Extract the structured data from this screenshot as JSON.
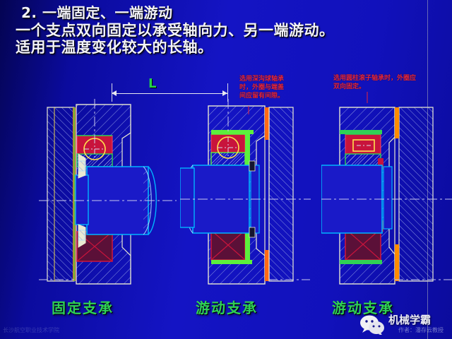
{
  "slide": {
    "background_color": "#0d0db4",
    "heading": {
      "line1": "2. 一端固定、一端游动",
      "line2": "一个支点双向固定以承受轴向力、另一端游动。",
      "line3": "适用于温度变化较大的长轴。",
      "color": "#f2f2f8"
    },
    "dimension": {
      "label": "L",
      "color": "#24d24a"
    },
    "annotations": [
      {
        "id": "middle-note",
        "text": "选用深沟球轴承时，外圈与端盖间应留有间隙。",
        "color": "#e8253c"
      },
      {
        "id": "right-note",
        "text": "选用圆柱滚子轴承时，外圈应双向固定。",
        "color": "#e8253c"
      }
    ],
    "captions": [
      {
        "id": "fixed-support",
        "text": "固定支承",
        "color": "#2fd155"
      },
      {
        "id": "floating-support-1",
        "text": "游动支承",
        "color": "#2fd155"
      },
      {
        "id": "floating-support-2",
        "text": "游动支承",
        "color": "#2fd155"
      }
    ],
    "watermark": {
      "left": "长沙航空职业技术学院",
      "brand": "机械学霸",
      "author": "作者：潘存云教授"
    },
    "drawings": [
      {
        "id": "fixed-bearing-assembly",
        "bearing_type": "deep-groove-ball",
        "rolling_element": "ball",
        "colors": {
          "outline": "#e9e9d2",
          "hatch": "#7a86d8",
          "shaft": "#00b4ff",
          "highlight_red": "#c8143c",
          "highlight_green": "#2fd155",
          "highlight_orange": "#ff8c00",
          "race_yellow": "#ffe14d"
        }
      },
      {
        "id": "floating-bearing-assembly-ball",
        "bearing_type": "deep-groove-ball",
        "rolling_element": "ball",
        "colors": {
          "outline": "#e9e9d2",
          "hatch": "#7a86d8",
          "shaft": "#00b4ff",
          "highlight_red": "#c8143c",
          "highlight_green": "#5cf03c",
          "highlight_orange": "#ff6a14",
          "race_yellow": "#ffe14d"
        }
      },
      {
        "id": "floating-bearing-assembly-roller",
        "bearing_type": "cylindrical-roller",
        "rolling_element": "roller",
        "colors": {
          "outline": "#e9e9d2",
          "hatch": "#7a86d8",
          "shaft": "#00b4ff",
          "highlight_red": "#c8143c",
          "highlight_green": "#2fd155",
          "highlight_orange": "#ff8c00",
          "race_yellow": "#ffe14d"
        }
      }
    ]
  }
}
